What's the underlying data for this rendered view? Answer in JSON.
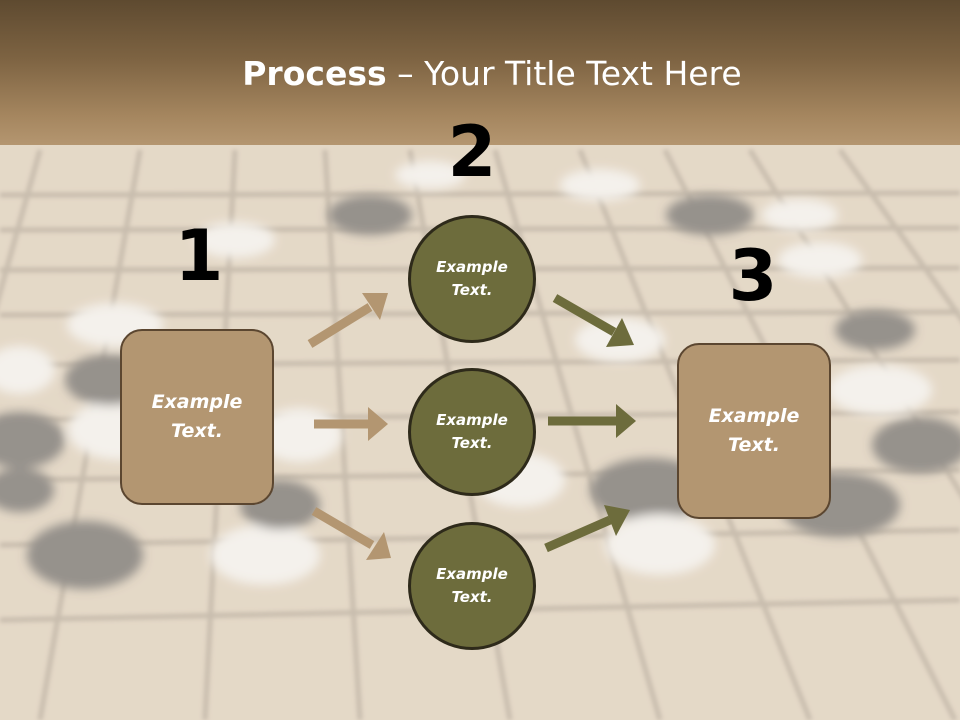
{
  "title": {
    "bold": "Process",
    "rest": " – Your Title Text Here"
  },
  "steps": {
    "one": "1",
    "two": "2",
    "three": "3"
  },
  "nodes": {
    "left_box": "Example Text.",
    "circle_top": "Example Text.",
    "circle_middle": "Example Text.",
    "circle_bottom": "Example Text.",
    "right_box": "Example Text."
  },
  "colors": {
    "box_fill": "#b39671",
    "circle_fill": "#6d6c3c",
    "arrow_tan": "#b39671",
    "arrow_olive": "#6d6c3c",
    "header": "#7d6342"
  }
}
